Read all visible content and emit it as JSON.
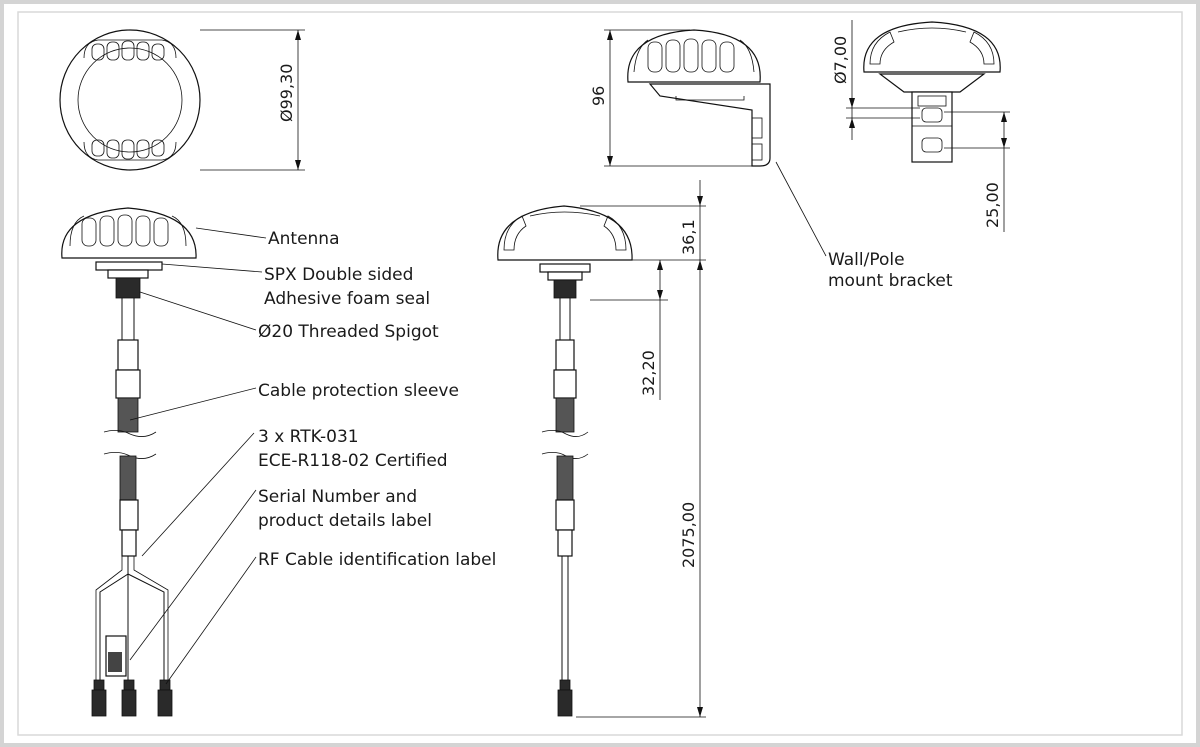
{
  "colors": {
    "border": "#d4d4d4",
    "ink": "#111111",
    "background": "#ffffff"
  },
  "callouts": {
    "antenna": "Antenna",
    "seal_line1": "SPX Double sided",
    "seal_line2": "Adhesive foam seal",
    "spigot": "Ø20 Threaded Spigot",
    "sleeve": "Cable protection sleeve",
    "rtk_line1": "3 x RTK-031",
    "rtk_line2": "ECE-R118-02 Certified",
    "serial_line1": "Serial Number and",
    "serial_line2": "product details label",
    "rf_label": "RF Cable identification label",
    "bracket_line1": "Wall/Pole",
    "bracket_line2": "mount bracket"
  },
  "dimensions": {
    "diameter_top": "Ø99,30",
    "height_side": "96",
    "hole_diameter": "Ø7,00",
    "bracket_spacing": "25,00",
    "antenna_height": "36,1",
    "spigot_length": "32,20",
    "cable_length": "2075,00"
  }
}
